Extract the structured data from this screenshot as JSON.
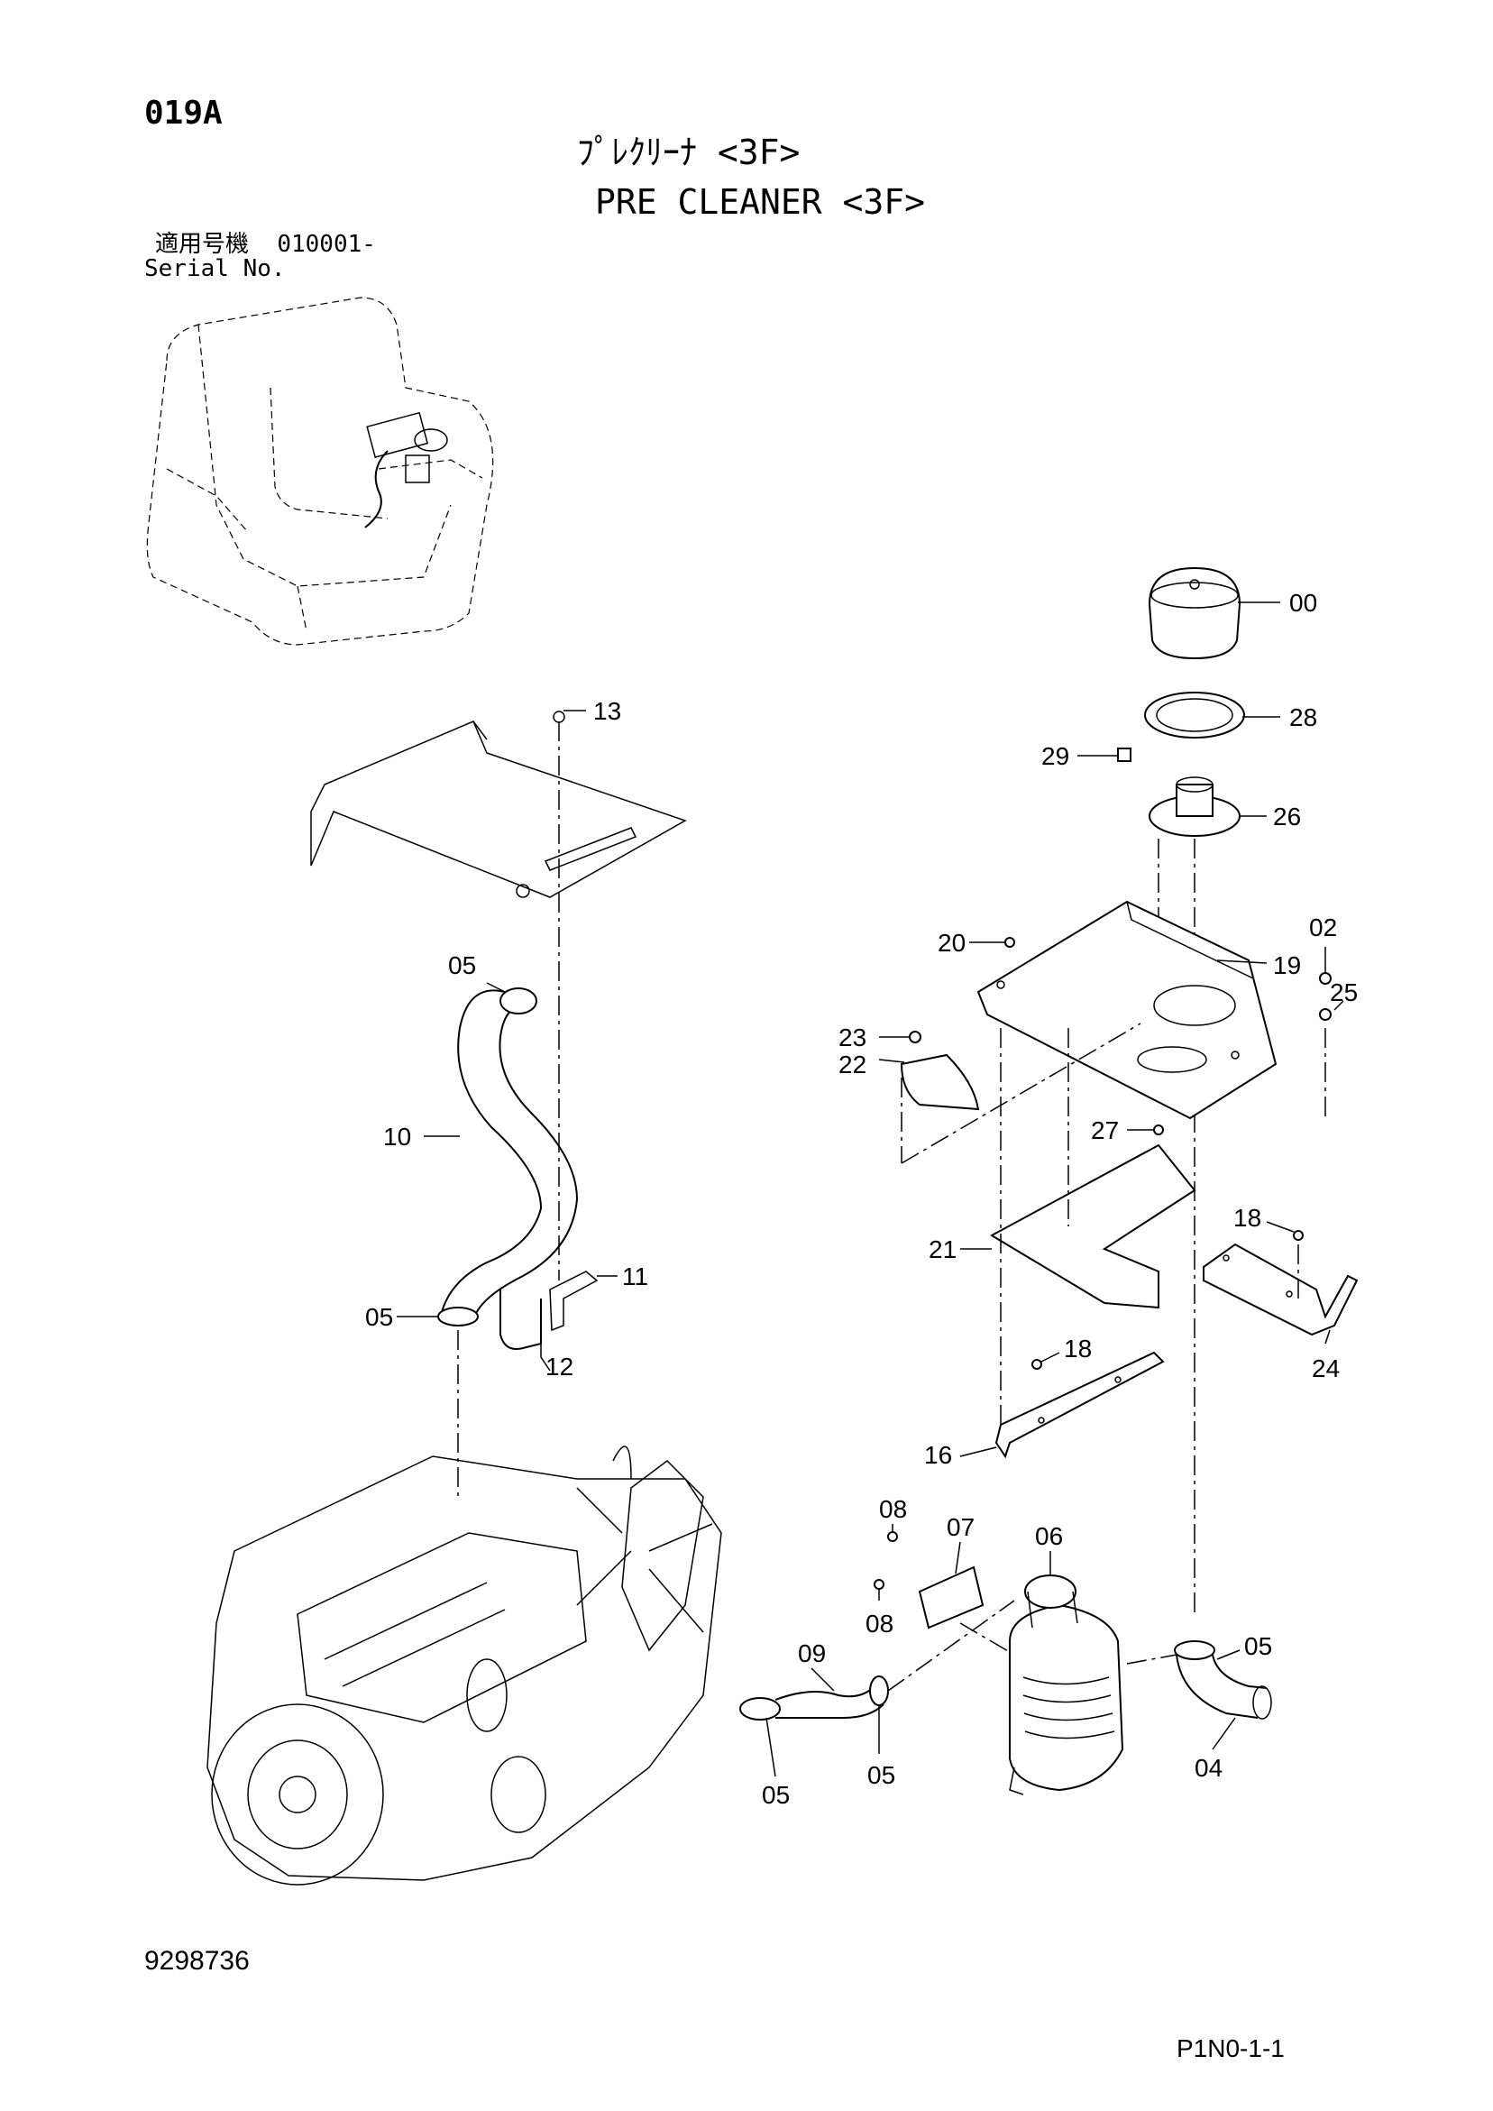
{
  "header": {
    "page_code": "019A",
    "title_jp": "ﾌﾟﾚｸﾘｰﾅ <3F>",
    "title_en": "PRE CLEANER <3F>",
    "serial_label_jp": "適用号機",
    "serial_value": "010001-",
    "serial_label_en": "Serial No."
  },
  "callouts": {
    "c00": "00",
    "c28": "28",
    "c29": "29",
    "c26": "26",
    "c13": "13",
    "c20": "20",
    "c02": "02",
    "c19": "19",
    "c25": "25",
    "c23": "23",
    "c22": "22",
    "c27": "27",
    "c05a": "05",
    "c10": "10",
    "c11": "11",
    "c05b": "05",
    "c12": "12",
    "c18a": "18",
    "c21": "21",
    "c24": "24",
    "c18b": "18",
    "c16": "16",
    "c08a": "08",
    "c07": "07",
    "c06": "06",
    "c09": "09",
    "c08b": "08",
    "c05c": "05",
    "c05d": "05",
    "c05e": "05",
    "c04": "04"
  },
  "footer": {
    "drawing_number": "9298736",
    "sheet_code": "P1N0-1-1"
  }
}
